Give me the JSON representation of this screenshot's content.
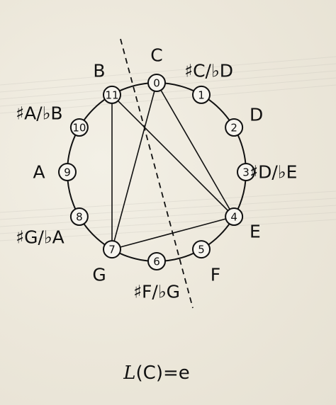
{
  "diagram": {
    "nodes": [
      {
        "pc": 0,
        "label": "0",
        "note": "C"
      },
      {
        "pc": 1,
        "label": "1",
        "note": "♯C/♭D"
      },
      {
        "pc": 2,
        "label": "2",
        "note": "D"
      },
      {
        "pc": 3,
        "label": "3",
        "note": "♯D/♭E"
      },
      {
        "pc": 4,
        "label": "4",
        "note": "E"
      },
      {
        "pc": 5,
        "label": "5",
        "note": "F"
      },
      {
        "pc": 6,
        "label": "6",
        "note": "♯F/♭G"
      },
      {
        "pc": 7,
        "label": "7",
        "note": "G"
      },
      {
        "pc": 8,
        "label": "8",
        "note": "♯G/♭A"
      },
      {
        "pc": 9,
        "label": "9",
        "note": "A"
      },
      {
        "pc": 10,
        "label": "10",
        "note": "♯A/♭B"
      },
      {
        "pc": 11,
        "label": "11",
        "note": "B"
      }
    ],
    "triangle_edges": [
      [
        0,
        4
      ],
      [
        4,
        7
      ],
      [
        7,
        0
      ],
      [
        11,
        4
      ],
      [
        11,
        7
      ]
    ],
    "axis_of_reflection": "between 5/6 and 11/0",
    "caption": {
      "function": "L",
      "argument": "C",
      "result": "e"
    }
  }
}
